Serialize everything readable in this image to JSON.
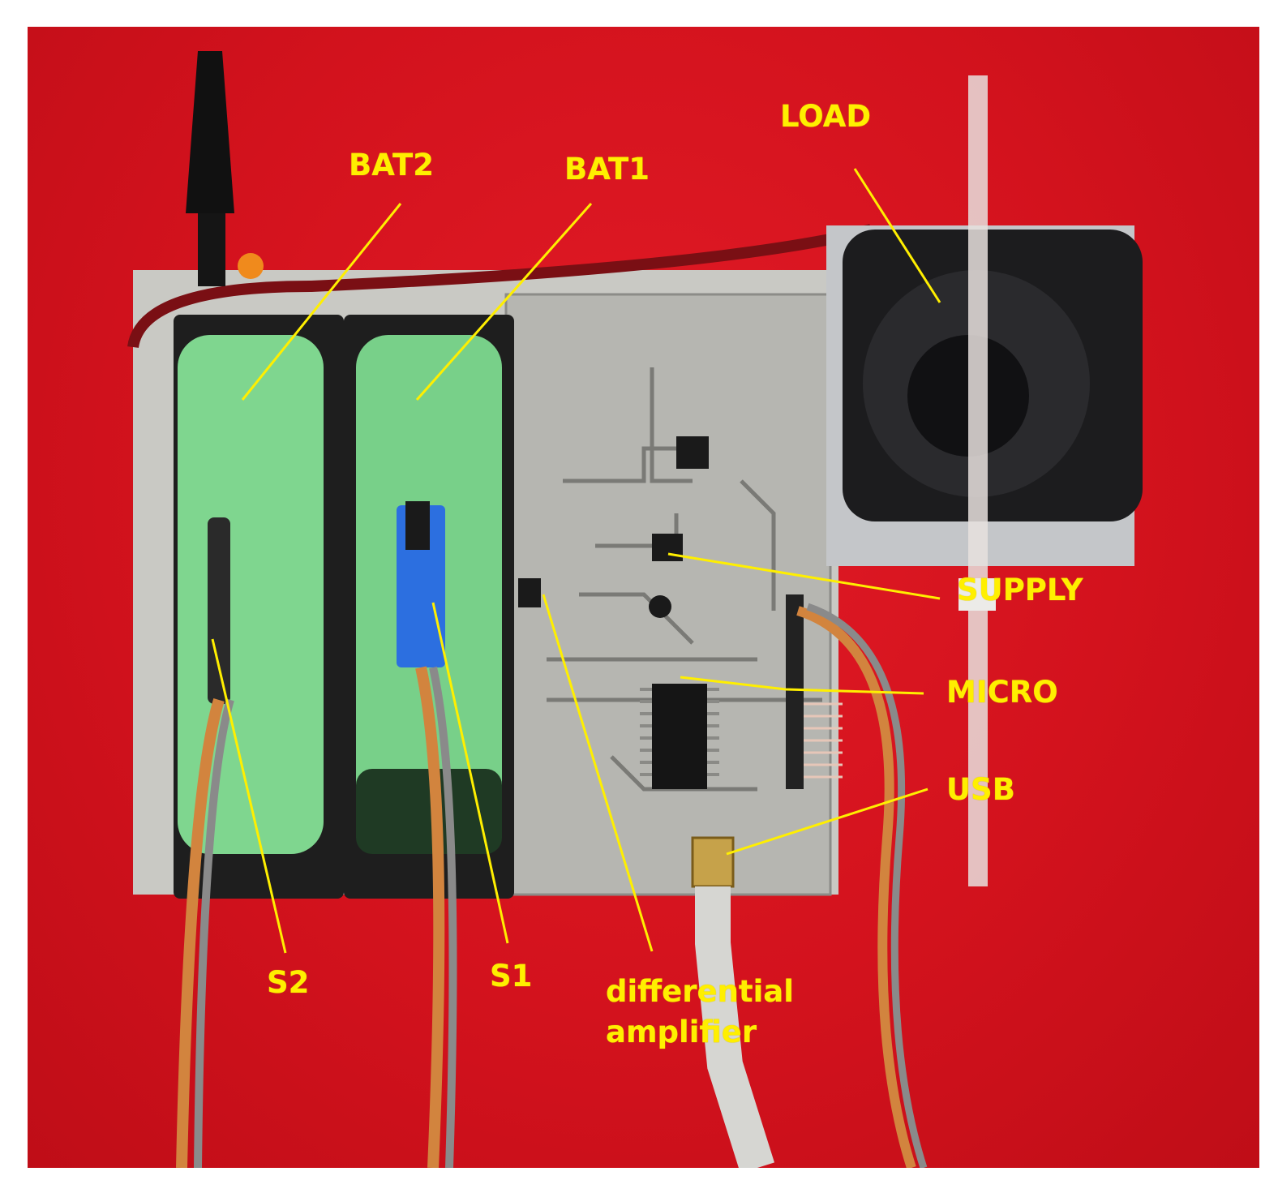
{
  "figure": {
    "background_color": "#d3121d",
    "label_color": "#ffef00",
    "labels": {
      "load": "LOAD",
      "bat2": "BAT2",
      "bat1": "BAT1",
      "supply": "SUPPLY",
      "micro": "MICRO",
      "usb": "USB",
      "s2": "S2",
      "s1": "S1",
      "diff_amp_line1": "differential",
      "diff_amp_line2": "amplifier"
    },
    "components": [
      {
        "id": "bat2",
        "type": "18650 Li-ion cell",
        "color": "#7fd68f"
      },
      {
        "id": "bat1",
        "type": "18650 Li-ion cell",
        "color": "#7fd68f"
      },
      {
        "id": "load",
        "type": "cooling fan",
        "color": "#1c1c1e"
      },
      {
        "id": "pcb",
        "type": "circuit board",
        "color": "#b9b9b6"
      }
    ]
  }
}
